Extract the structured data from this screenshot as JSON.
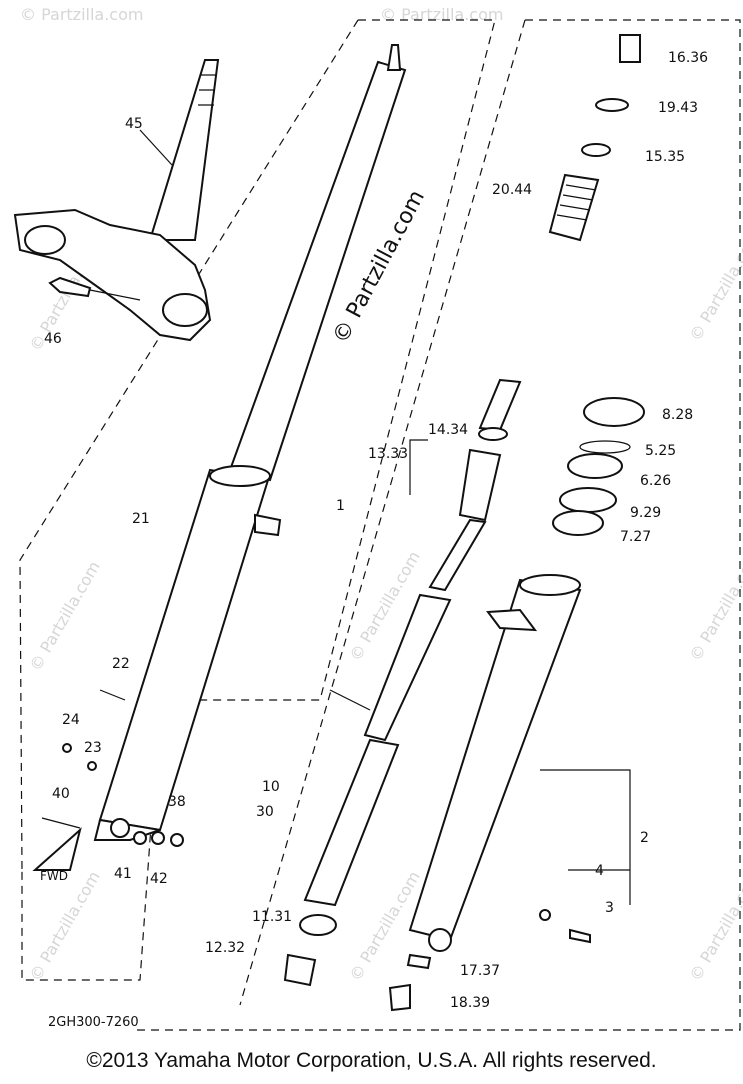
{
  "diagram": {
    "watermark": "© Partzilla.com",
    "watermark_small": "© Partzilla.com",
    "code": "2GH300-7260",
    "fwd_label": "FWD",
    "copyright": "©2013 Yamaha Motor Corporation, U.S.A. All rights reserved.",
    "callouts": [
      "45",
      "46",
      "21",
      "22",
      "24",
      "23",
      "40",
      "38",
      "41",
      "42",
      "16.36",
      "19.43",
      "15.35",
      "20.44",
      "14.34",
      "13.33",
      "1",
      "8.28",
      "5.25",
      "6.26",
      "9.29",
      "7.27",
      "2",
      "4",
      "3",
      "10",
      "30",
      "11.31",
      "12.32",
      "17.37",
      "18.39"
    ]
  }
}
